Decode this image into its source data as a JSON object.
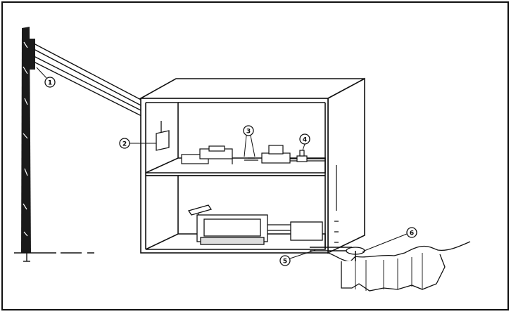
{
  "figure": {
    "ink": "#111111",
    "paper": "#ffffff",
    "callouts": {
      "c1": "1",
      "c2": "2",
      "c3": "3",
      "c4": "4",
      "c5": "5",
      "c6": "6"
    }
  }
}
